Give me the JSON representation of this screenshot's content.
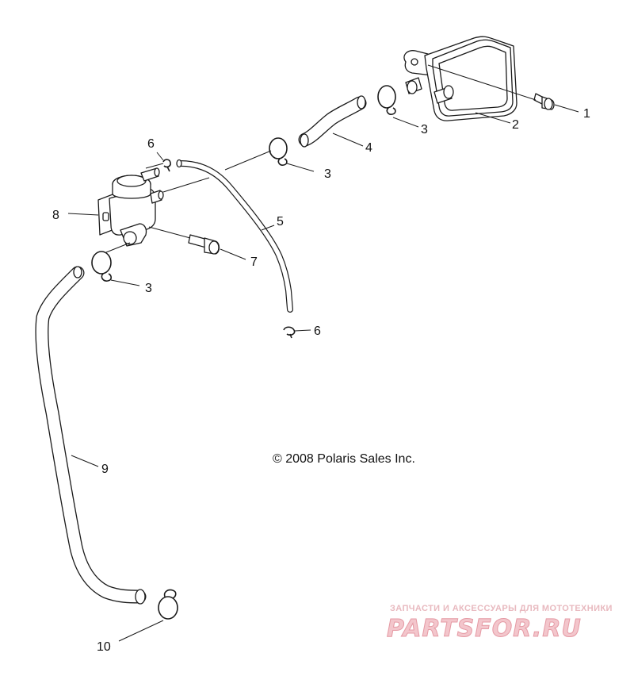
{
  "diagram": {
    "callouts": {
      "c1": "1",
      "c2": "2",
      "c3a": "3",
      "c3b": "3",
      "c3c": "3",
      "c4": "4",
      "c5": "5",
      "c6a": "6",
      "c6b": "6",
      "c7": "7",
      "c8": "8",
      "c9": "9",
      "c10": "10"
    },
    "copyright": "© 2008 Polaris Sales Inc.",
    "watermark": {
      "tagline": "ЗАПЧАСТИ И АКСЕССУАРЫ ДЛЯ МОТОТЕХНИКИ",
      "logo": "PARTSFOR.RU"
    }
  }
}
